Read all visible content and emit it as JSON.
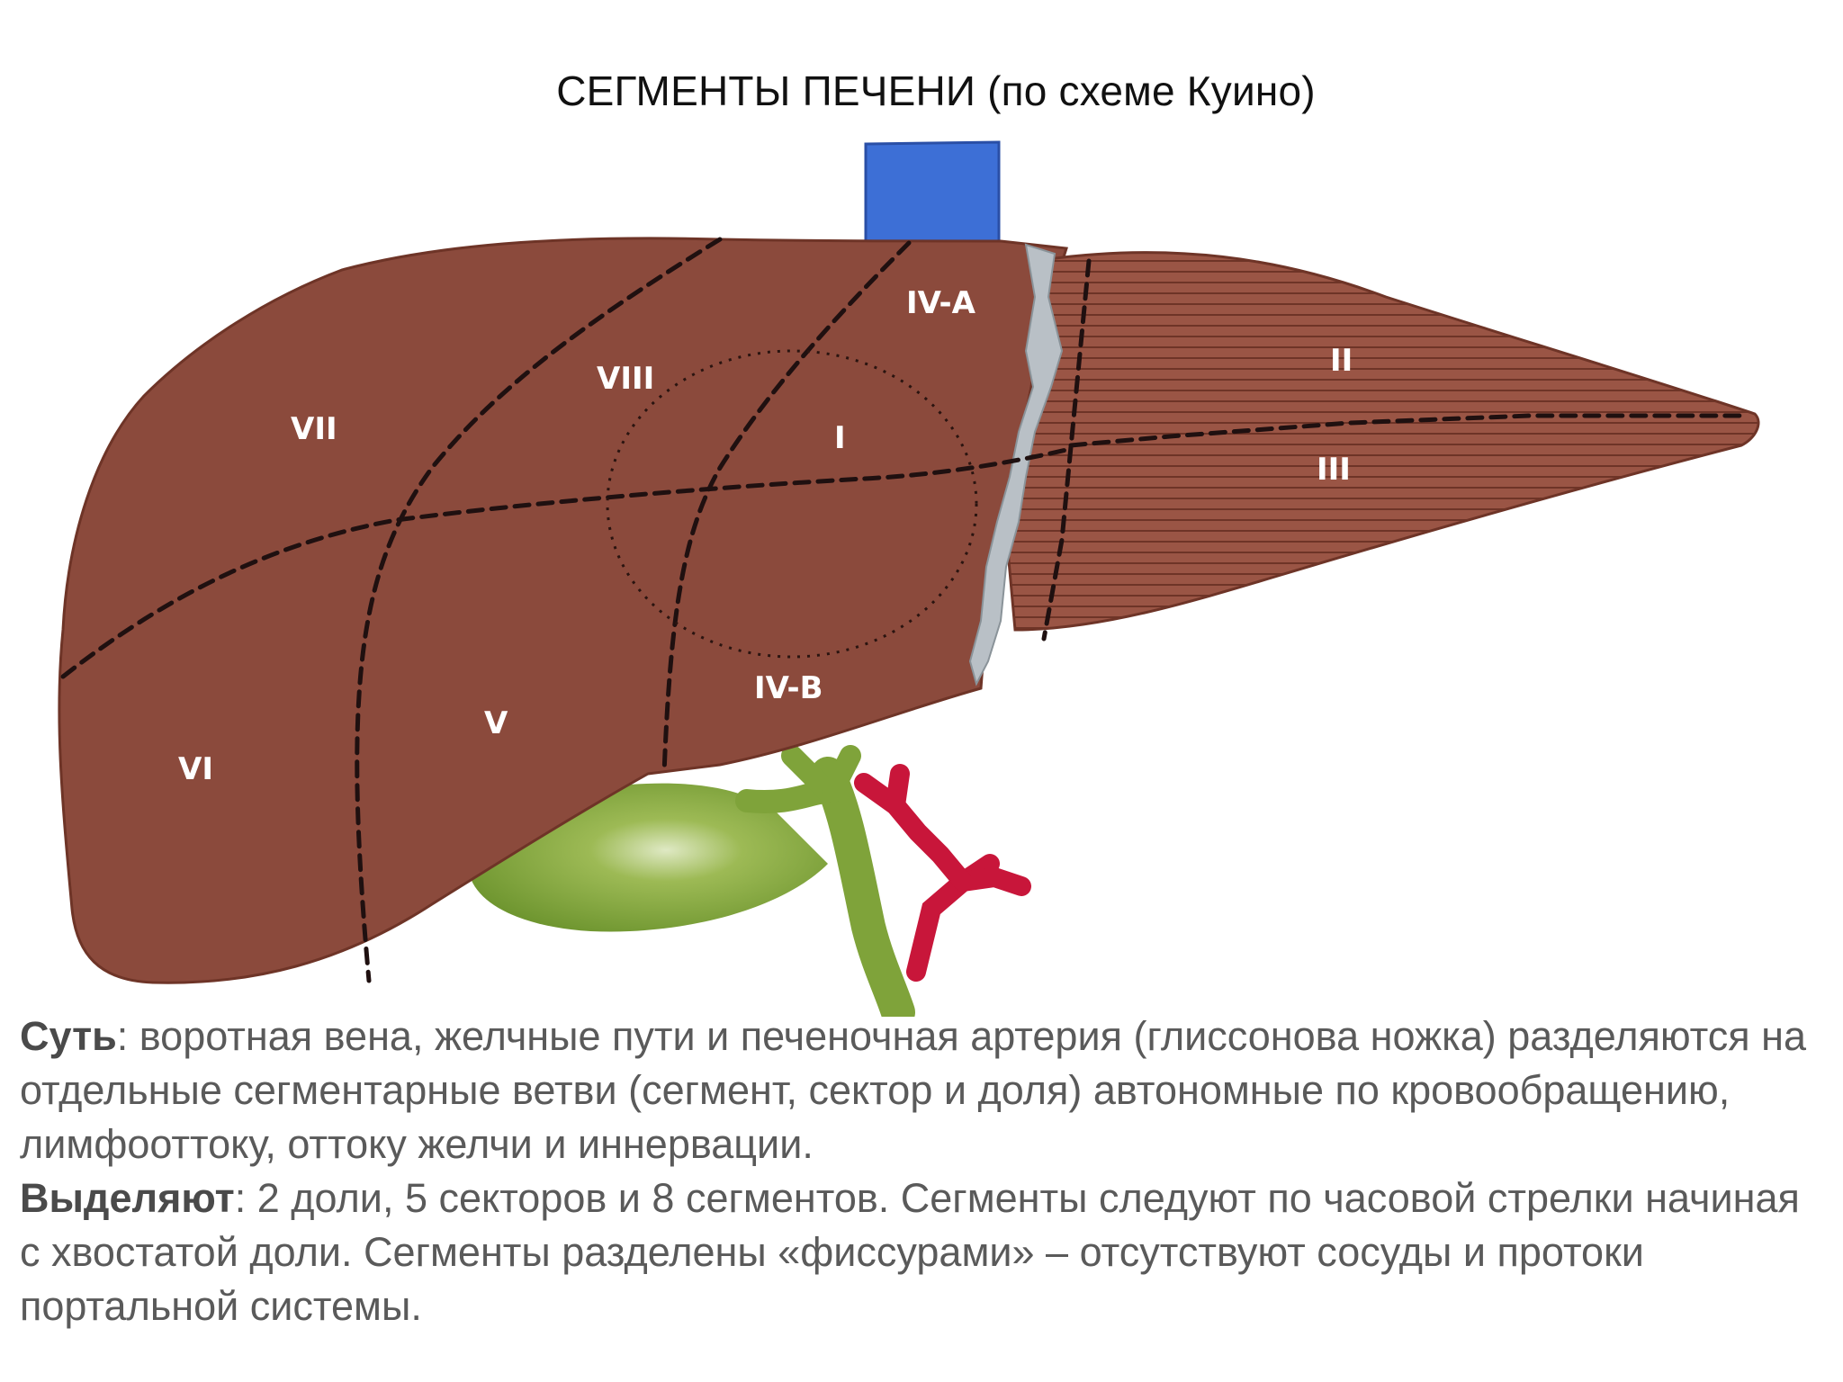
{
  "title": "СЕГМЕНТЫ ПЕЧЕНИ (по схеме Куино)",
  "segments": {
    "ii": "II",
    "iii": "III",
    "iva": "IV-A",
    "ivb": "IV-B",
    "i": "I",
    "v": "V",
    "vi": "VI",
    "vii": "VII",
    "viii": "VIII"
  },
  "caption": {
    "term1": "Суть",
    "text1": ": воротная вена, желчные пути и печеночная артерия (глиссонова ножка) разделяются на отдельные сегментарные ветви (сегмент, сектор и доля) автономные по кровообращению, лимфооттоку, оттоку желчи и иннервации.",
    "term2": "Выделяют",
    "text2": ": 2 доли, 5 секторов и 8 сегментов. Сегменты следуют по часовой стрелки начиная с хвостатой доли. Сегменты разделены «фиссурами» – отсутствуют сосуды и протоки портальной системы."
  },
  "colors": {
    "liver": "#8b4a3c",
    "left_lobe": "#9a5545",
    "vena_cava": "#3d6fd6",
    "gallbladder": "#7fa33a",
    "artery": "#c8163a",
    "ligament": "#b9c0c6"
  }
}
